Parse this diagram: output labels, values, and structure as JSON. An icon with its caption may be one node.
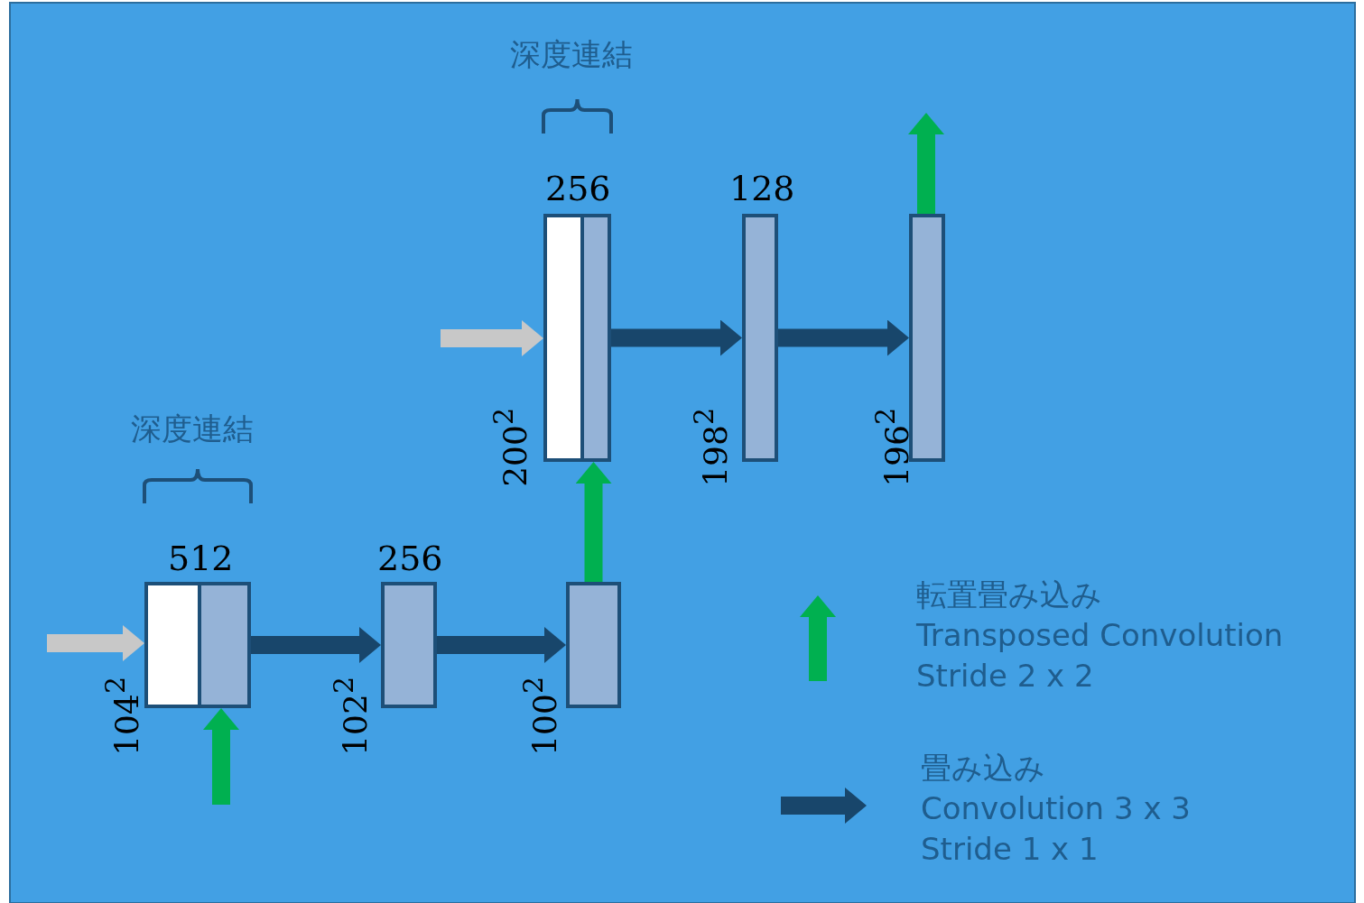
{
  "diagram": {
    "nodes": [
      {
        "text": [
          "512"
        ],
        "beside": [
          "104$^{2}$"
        ]
      },
      {
        "text": [
          "256"
        ],
        "beside": [
          "102$^{2}$"
        ]
      },
      {
        "text": [],
        "shape": "box",
        "beside": [
          "100$^{2}$"
        ]
      },
      {
        "text": [
          "256"
        ],
        "beside": [
          "200$^{2}$"
        ]
      },
      {
        "text": [
          "128"
        ],
        "beside": [
          "198$^{2}$"
        ]
      },
      {
        "text": [],
        "shape": "box",
        "beside": [
          "196$^{2}$"
        ]
      }
    ],
    "edges": [
      {
        "from": null,
        "to": 0,
        "arrow": "to",
        "color": "#c8c8c8"
      },
      {
        "from": null,
        "to": 0,
        "arrow": "to",
        "color": "#00b050"
      },
      {
        "from": 0,
        "to": 1,
        "arrow": "to"
      },
      {
        "from": 1,
        "to": 2,
        "arrow": "to"
      },
      {
        "from": 2,
        "to": 3,
        "arrow": "to",
        "color": "#00b050"
      },
      {
        "from": null,
        "to": 3,
        "arrow": "to",
        "color": "#c8c8c8"
      },
      {
        "from": 3,
        "to": 4,
        "arrow": "to"
      },
      {
        "from": 4,
        "to": 5,
        "arrow": "to"
      },
      {
        "from": 5,
        "to": null,
        "arrow": "to",
        "color": "#00b050"
      }
    ],
    "labels": [
      "深度連結",
      "深度連結"
    ],
    "legend": [
      {
        "text": "転置畳み込み Transposed Convolution Stride 2 x 2"
      },
      {
        "text": "畳み込み Convolution 3 x 3 Stride 1 x 1"
      }
    ]
  }
}
